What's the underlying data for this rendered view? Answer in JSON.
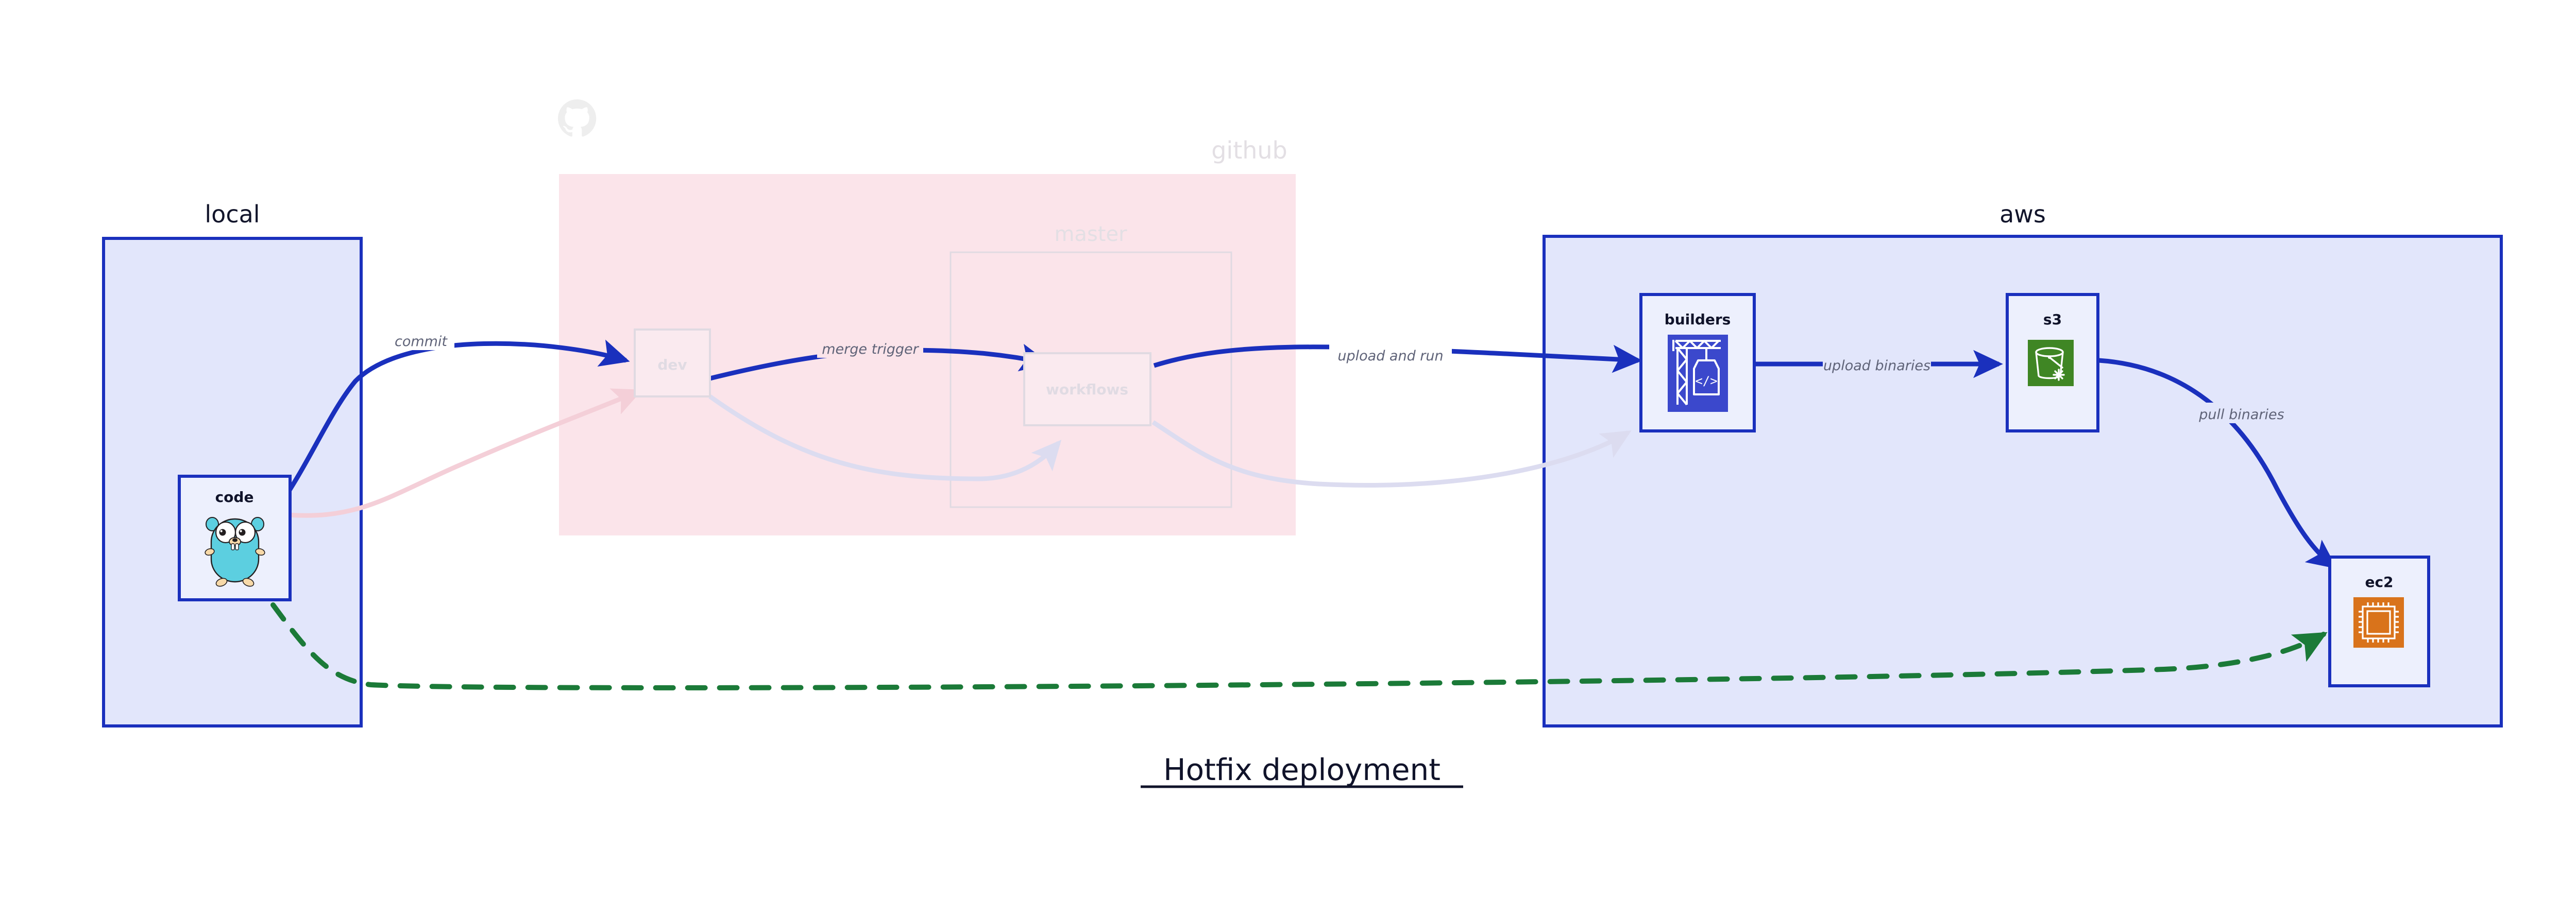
{
  "title": "Hotfix deployment",
  "colors": {
    "group_blue_fill": "#e2e6fb",
    "group_blue_stroke": "#1a30bd",
    "group_pink_fill": "#fbe4ea",
    "node_fill": "#edf0fd",
    "arrow_blue": "#1a30bd",
    "arrow_green": "#1b7a38",
    "label_gray": "#5f6378",
    "dim_gray": "#e3dfe4",
    "go_cyan": "#5ccfe0",
    "codebuild_blue": "#3b48cc",
    "s3_glacier_green": "#3f8624",
    "ec2_orange": "#d9731b"
  },
  "groups": [
    {
      "id": "local",
      "label": "local",
      "dimmed": false
    },
    {
      "id": "github",
      "label": "github",
      "dimmed": true,
      "icon": "github-octocat-icon"
    },
    {
      "id": "master",
      "label": "master",
      "dimmed": true
    },
    {
      "id": "aws",
      "label": "aws",
      "dimmed": false
    }
  ],
  "nodes": [
    {
      "id": "code",
      "label": "code",
      "icon": "go-gopher-icon",
      "dimmed": false
    },
    {
      "id": "dev",
      "label": "dev",
      "icon": "",
      "dimmed": true
    },
    {
      "id": "workflows",
      "label": "workflows",
      "icon": "",
      "dimmed": true
    },
    {
      "id": "builders",
      "label": "builders",
      "icon": "aws-codebuild-icon",
      "dimmed": false
    },
    {
      "id": "s3",
      "label": "s3",
      "icon": "aws-s3-glacier-icon",
      "dimmed": false
    },
    {
      "id": "ec2",
      "label": "ec2",
      "icon": "aws-ec2-chip-icon",
      "dimmed": false
    }
  ],
  "edges": [
    {
      "id": "commit",
      "from": "code",
      "to": "dev",
      "label": "commit",
      "style": "solid-blue",
      "dimmed": false
    },
    {
      "id": "merge-trigger",
      "from": "dev",
      "to": "workflows",
      "label": "merge trigger",
      "style": "solid-blue",
      "dimmed": false
    },
    {
      "id": "upload-and-run",
      "from": "workflows",
      "to": "builders",
      "label": "upload and run",
      "style": "solid-blue",
      "dimmed": false
    },
    {
      "id": "upload-binaries",
      "from": "builders",
      "to": "s3",
      "label": "upload binaries",
      "style": "solid-blue",
      "dimmed": false
    },
    {
      "id": "pull-binaries",
      "from": "s3",
      "to": "ec2",
      "label": "pull binaries",
      "style": "solid-blue",
      "dimmed": false
    },
    {
      "id": "hotfix",
      "from": "code",
      "to": "ec2",
      "label": "",
      "style": "dashed-green",
      "dimmed": false
    },
    {
      "id": "ghost-a",
      "from": "code",
      "to": "dev",
      "label": "",
      "style": "ghost-pink",
      "dimmed": true
    },
    {
      "id": "ghost-b",
      "from": "dev",
      "to": "workflows",
      "label": "",
      "style": "ghost-lilac",
      "dimmed": true
    },
    {
      "id": "ghost-c",
      "from": "workflows",
      "to": "builders",
      "label": "",
      "style": "ghost-lilac",
      "dimmed": true
    }
  ]
}
